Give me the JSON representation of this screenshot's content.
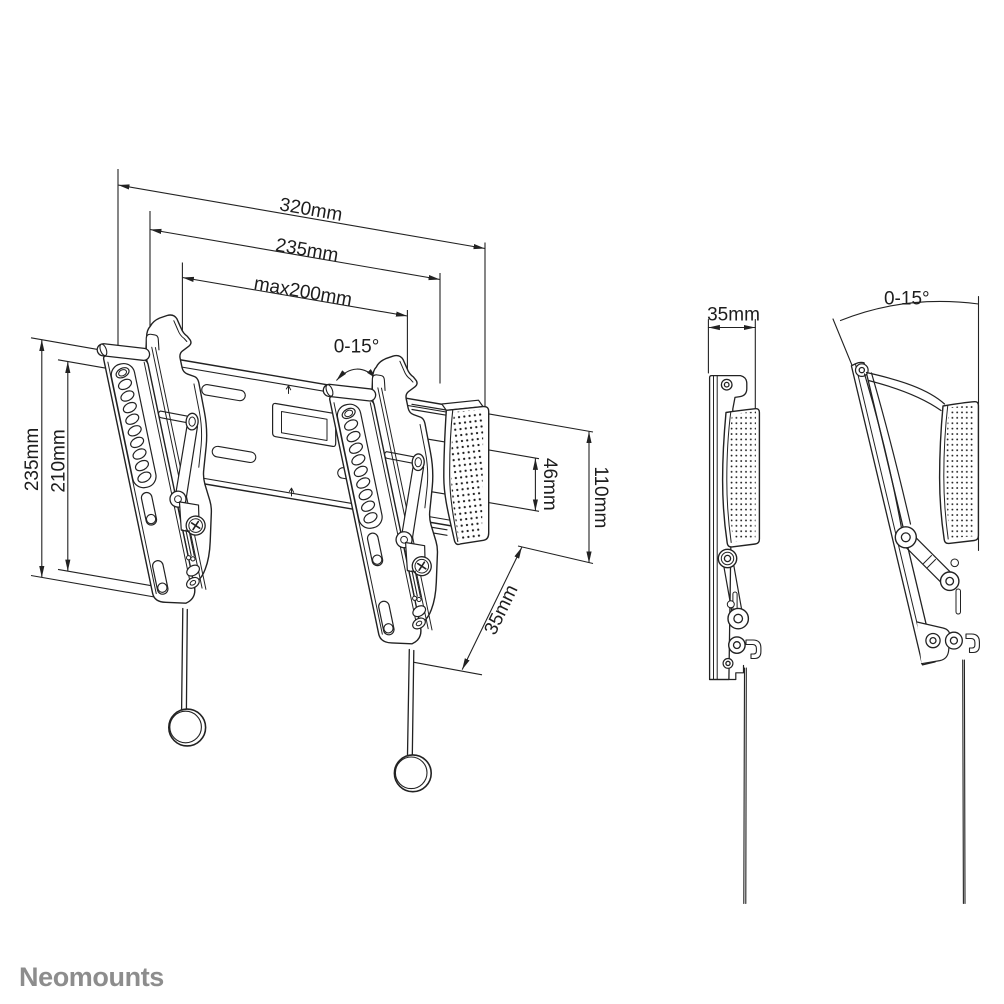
{
  "diagram": {
    "brand": "Neomounts",
    "type": "technical dimension drawing of tilting TV wall mount",
    "background_color": "#ffffff",
    "line_color": "#222222",
    "logo_color": "#8d8d8d",
    "views": {
      "front": {
        "name": "front perspective view",
        "dims": {
          "width_outer": "320mm",
          "width_plate": "235mm",
          "vesa_width": "max200mm",
          "height_outer": "235mm",
          "height_inner": "210mm",
          "tilt_range": "0-15°",
          "rail_thickness": "46mm",
          "bracket_height": "110mm",
          "depth": "35mm"
        }
      },
      "side": {
        "name": "side profile view",
        "dims": {
          "depth": "35mm"
        }
      },
      "side_tilted": {
        "name": "tilted side profile view",
        "dims": {
          "tilt_range": "0-15°"
        }
      }
    }
  }
}
